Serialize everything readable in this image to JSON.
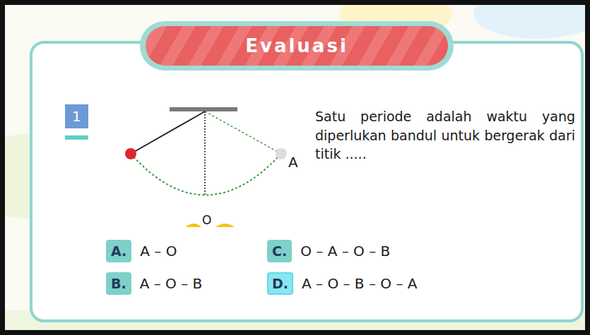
{
  "diagram": {
    "title": "Evaluasi",
    "nodes": [
      {
        "text": [
          "1"
        ]
      },
      {
        "text": [
          "A.",
          "A – O"
        ]
      },
      {
        "text": [
          "B.",
          "A – O – B"
        ]
      },
      {
        "text": [
          "C.",
          "O – A – O – B"
        ]
      },
      {
        "text": [
          "D.",
          "A – O – B – O – A"
        ]
      }
    ],
    "labels": [
      "A",
      "O",
      "Satu periode adalah waktu yang diperlukan bandul untuk bergerak dari titik ....."
    ]
  }
}
